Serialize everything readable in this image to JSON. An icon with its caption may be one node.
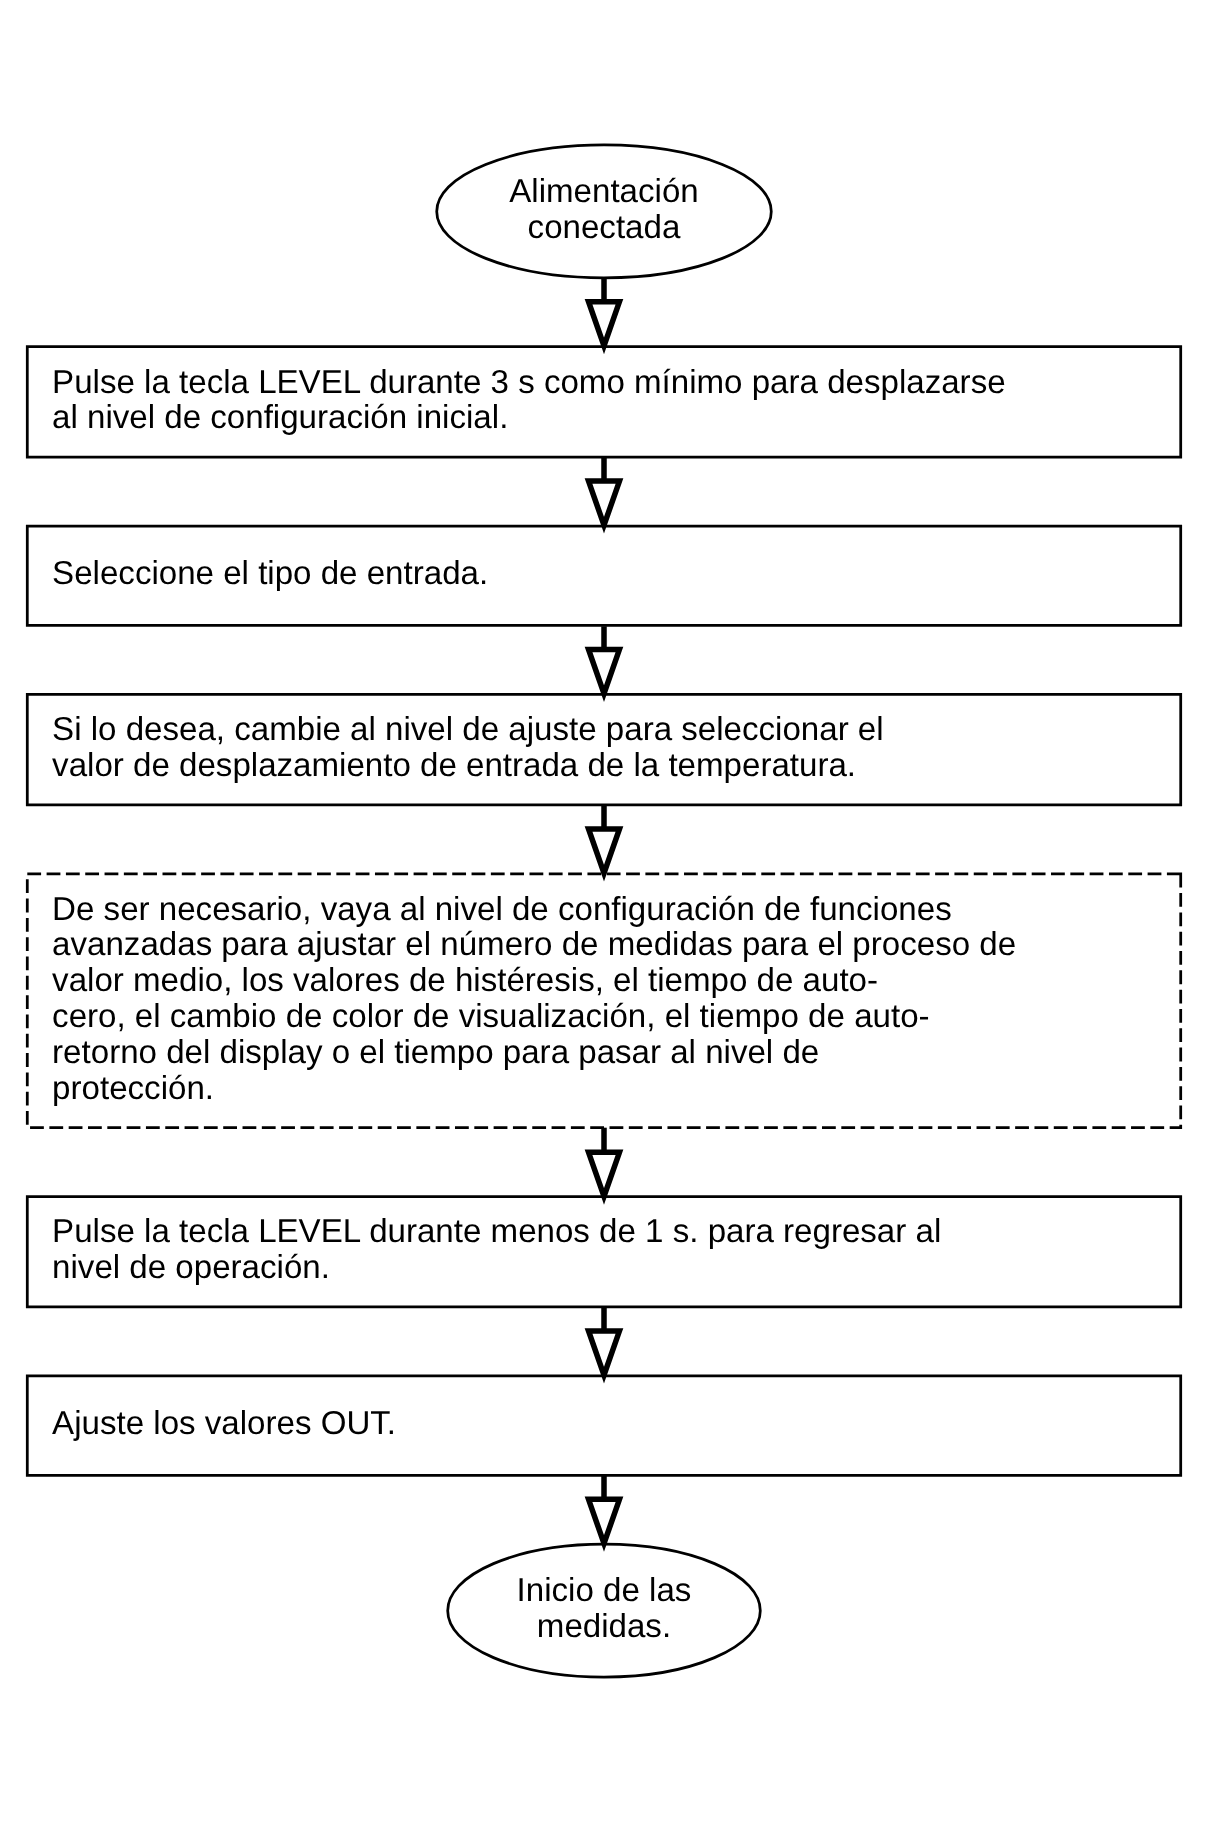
{
  "diagram": {
    "nodes": [
      {
        "text": [
          "Alimentación conectada"
        ]
      },
      {
        "text": [
          "Pulse la tecla LEVEL durante 3 s como mínimo para desplazarse al nivel de configuración inicial."
        ]
      },
      {
        "text": [
          "Seleccione el tipo de entrada."
        ]
      },
      {
        "text": [
          "Si lo desea, cambie al nivel de ajuste para seleccionar el valor de desplazamiento de entrada de la temperatura."
        ]
      },
      {
        "text": [
          "De ser necesario, vaya al nivel de configuración de funciones avanzadas para ajustar el número de medidas para el proceso de valor medio, los valores de histéresis, el tiempo de auto-cero, el cambio de color de visualización, el tiempo de auto-retorno del display o el tiempo para pasar al nivel de protección."
        ]
      },
      {
        "text": [
          "Pulse la tecla LEVEL durante menos de 1 s. para regresar al nivel de operación."
        ]
      },
      {
        "text": [
          "Ajuste los valores OUT."
        ]
      },
      {
        "text": [
          "Inicio de las medidas."
        ]
      }
    ],
    "edges": [
      {
        "from": 0,
        "to": 1,
        "arrow": "to"
      },
      {
        "from": 1,
        "to": 2,
        "arrow": "to"
      },
      {
        "from": 2,
        "to": 3,
        "arrow": "to"
      },
      {
        "from": 3,
        "to": 4,
        "arrow": "to"
      },
      {
        "from": 4,
        "to": 5,
        "arrow": "to"
      },
      {
        "from": 5,
        "to": 6,
        "arrow": "to"
      },
      {
        "from": 6,
        "to": 7,
        "arrow": "to"
      }
    ]
  }
}
